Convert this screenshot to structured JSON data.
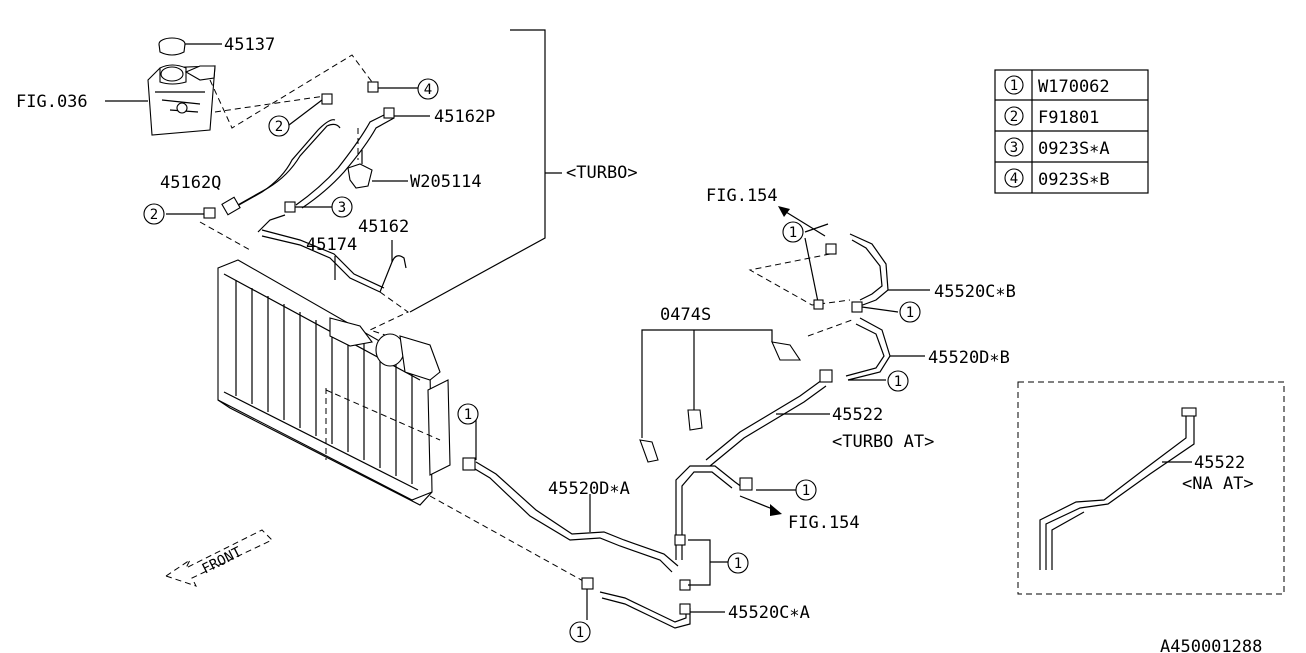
{
  "diagram_id": "A450001288",
  "labels": {
    "p45137": "45137",
    "fig036": "FIG.036",
    "p45162P": "45162P",
    "p45162Q": "45162Q",
    "w205114": "W205114",
    "turbo": "<TURBO>",
    "p45174": "45174",
    "p45162": "45162",
    "fig154_top": "FIG.154",
    "p45520CB": "45520C∗B",
    "p45520DB": "45520D∗B",
    "p0474S": "0474S",
    "p45522": "45522",
    "turbo_at": "<TURBO AT>",
    "fig154_bottom": "FIG.154",
    "p45520DA": "45520D∗A",
    "p45520CA": "45520C∗A",
    "front": "FRONT",
    "p45522_na": "45522",
    "na_at": "<NA AT>"
  },
  "callouts": {
    "c1": "1",
    "c2": "2",
    "c3": "3",
    "c4": "4"
  },
  "legend": [
    {
      "num": "1",
      "part": "W170062"
    },
    {
      "num": "2",
      "part": "F91801"
    },
    {
      "num": "3",
      "part": "0923S∗A"
    },
    {
      "num": "4",
      "part": "0923S∗B"
    }
  ]
}
